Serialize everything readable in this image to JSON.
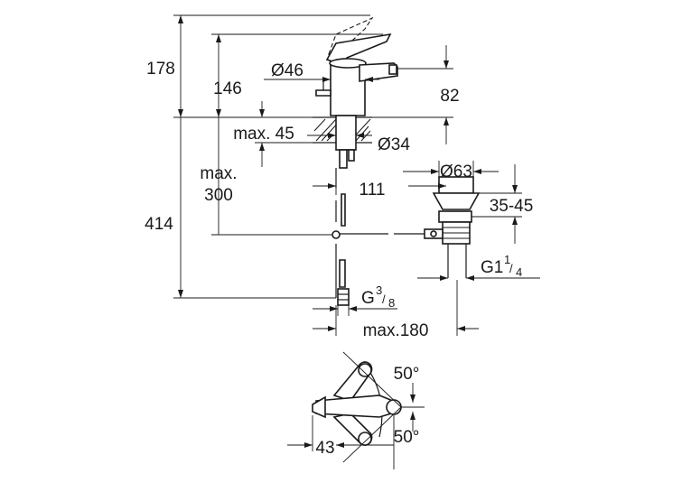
{
  "dimensions": {
    "total_height": "178",
    "spout_height": "146",
    "body_diameter": "Ø46",
    "outlet_height": "82",
    "max_deck_thickness": "max. 45",
    "hole_diameter": "Ø34",
    "max_rod_length_line1": "max.",
    "max_rod_length_line2": "300",
    "overall_height": "414",
    "waste_distance": "111",
    "waste_diameter": "Ø63",
    "waste_range": "35-45",
    "waste_thread_main": "G1",
    "waste_thread_sup": "1",
    "waste_thread_sub": "4",
    "connection_main": "G",
    "connection_sup": "3",
    "connection_sub": "8",
    "max_reach": "max.180",
    "angle_top": "50°",
    "angle_bottom": "50°",
    "top_view_offset": "43"
  }
}
